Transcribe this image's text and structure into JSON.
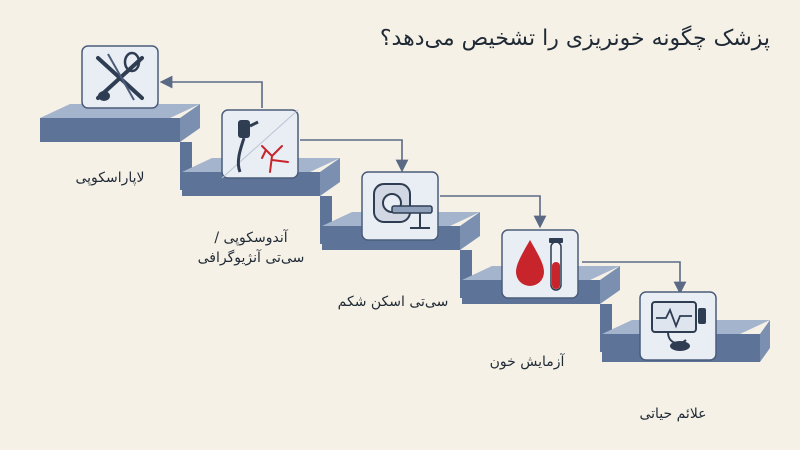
{
  "title": "پزشک چگونه خونریزی را تشخیص می‌دهد؟",
  "colors": {
    "background": "#f6f1e6",
    "step_top": "#a3b4cc",
    "step_front": "#5d7498",
    "step_side": "#7b8fb0",
    "icon_card": "#e9edf4",
    "icon_border": "#4a5c7a",
    "blood": "#c8242b",
    "arrow": "#5a6a85",
    "text": "#1f2a36"
  },
  "steps": [
    {
      "label": "علائم حیاتی",
      "icon": "vital-signs-monitor-icon"
    },
    {
      "label": "آزمایش خون",
      "icon": "blood-drop-test-tube-icon"
    },
    {
      "label": "سی‌تی اسکن شکم",
      "icon": "ct-scanner-icon"
    },
    {
      "label": "آندوسکوپی /\nسی‌تی آنژیوگرافی",
      "icon": "endoscope-angiography-icon"
    },
    {
      "label": "لاپاراسکوپی",
      "icon": "laparoscopy-instruments-icon"
    }
  ]
}
